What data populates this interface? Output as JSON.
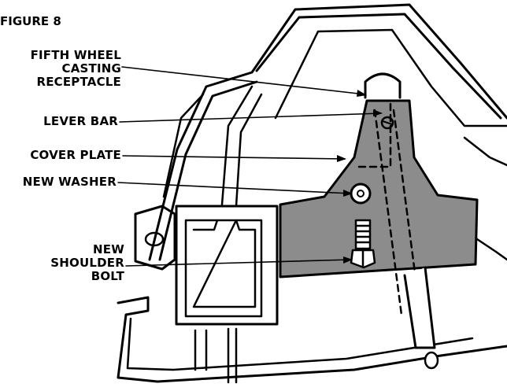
{
  "figure_label": "FIGURE 8",
  "callouts": {
    "fifth_wheel": [
      "FIFTH WHEEL",
      "CASTING",
      "RECEPTACLE"
    ],
    "lever_bar": "LEVER BAR",
    "cover_plate": "COVER PLATE",
    "new_washer": "NEW WASHER",
    "shoulder_bolt": [
      "NEW",
      "SHOULDER",
      "BOLT"
    ]
  },
  "colors": {
    "plate_fill": "#8c8c8c",
    "ink": "#000000",
    "paper": "#ffffff"
  }
}
